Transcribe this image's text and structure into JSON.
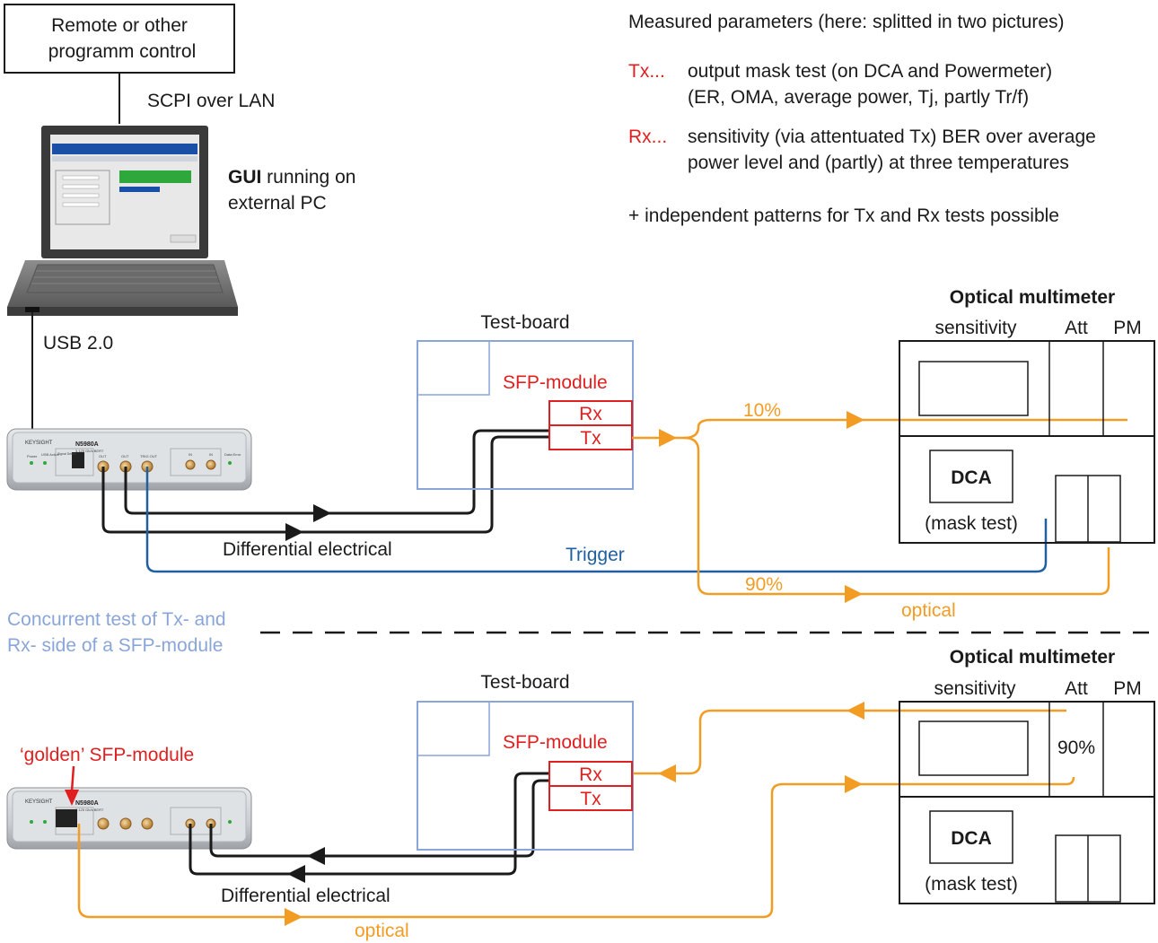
{
  "control_box": {
    "line1": "Remote or other",
    "line2": "programm control"
  },
  "scpi_label": "SCPI over LAN",
  "gui_label": {
    "bold": "GUI",
    "rest": " running on",
    "line2": "external PC"
  },
  "usb_label": "USB 2.0",
  "params": {
    "heading": "Measured parameters (here: splitted in two pictures)",
    "tx_tag": "Tx...",
    "tx_line1": "output mask test (on DCA and Powermeter)",
    "tx_line2": "(ER, OMA, average power, Tj, partly Tr/f)",
    "rx_tag": "Rx...",
    "rx_line1": "sensitivity (via attentuated Tx) BER over average",
    "rx_line2": "power level and (partly) at three temperatures",
    "plus_line": "+  independent patterns for Tx and Rx tests possible"
  },
  "top": {
    "multimeter_title": "Optical multimeter",
    "col_sensitivity": "sensitivity",
    "col_att": "Att",
    "col_pm": "PM",
    "testboard": "Test-board",
    "sfp": "SFP-module",
    "rx": "Rx",
    "tx": "Tx",
    "pct10": "10%",
    "pct90": "90%",
    "dca": "DCA",
    "mask_test": "(mask test)",
    "diff_elec": "Differential electrical",
    "trigger": "Trigger",
    "optical": "optical"
  },
  "caption": {
    "line1": "Concurrent test of Tx- and",
    "line2": "Rx- side of a SFP-module"
  },
  "bottom": {
    "multimeter_title": "Optical multimeter",
    "col_sensitivity": "sensitivity",
    "col_att": "Att",
    "col_pm": "PM",
    "testboard": "Test-board",
    "sfp": "SFP-module",
    "rx": "Rx",
    "tx": "Tx",
    "att_pct": "90%",
    "dca": "DCA",
    "mask_test": "(mask test)",
    "golden": "‘golden’ SFP-module",
    "diff_elec": "Differential electrical",
    "optical": "optical"
  },
  "instrument": {
    "brand": "KEYSIGHT",
    "model": "N5980A",
    "desc": "3.125 Gb/s BERT",
    "port_out1": "OUT",
    "port_out2": "OUT",
    "port_trig": "TRIG OUT",
    "port_in1": "IN",
    "port_in2": "IN",
    "led_power": "Power",
    "led_usb": "USB Active",
    "led_data": "Data Error",
    "signal_detect": "Signal Detect"
  },
  "colors": {
    "orange": "#f39c24",
    "red": "#e02020",
    "trigger_blue": "#2060a0",
    "board_blue": "#8aa6d8"
  }
}
